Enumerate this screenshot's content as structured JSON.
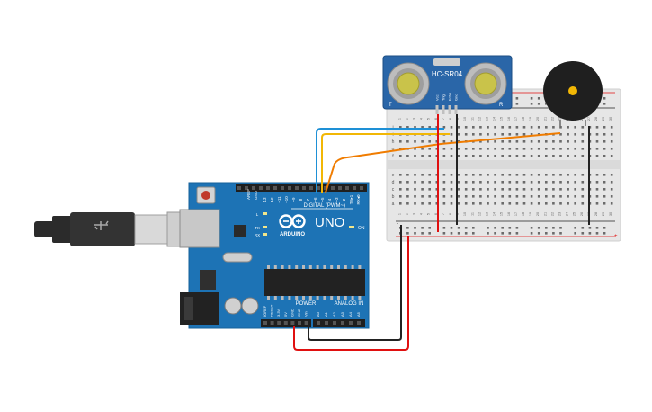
{
  "sensor": {
    "model": "HC-SR04",
    "pins": [
      "Vcc",
      "Trig",
      "Echo",
      "Gnd"
    ],
    "corner_left": "T",
    "corner_right": "R"
  },
  "arduino": {
    "brand": "ARDUINO",
    "model": "UNO",
    "digital_label": "DIGITAL (PWM~)",
    "power_label": "POWER",
    "analog_label": "ANALOG IN",
    "aref": "AREF",
    "gnd": "GND",
    "digital_pins": [
      "13",
      "12",
      "~11",
      "~10",
      "~9",
      "8",
      "7",
      "~6",
      "~5",
      "4",
      "~3",
      "2",
      "TX▸1",
      "RX◂0"
    ],
    "power_pins": [
      "IOREF",
      "RESET",
      "3.3V",
      "5V",
      "GND",
      "GND",
      "Vin"
    ],
    "analog_pins": [
      "A0",
      "A1",
      "A2",
      "A3",
      "A4",
      "A5"
    ],
    "led_labels": [
      "L",
      "TX",
      "RX"
    ],
    "on_label": "ON"
  },
  "breadboard": {
    "row_letters_top": [
      "j",
      "i",
      "h",
      "g",
      "f"
    ],
    "row_letters_bottom": [
      "e",
      "d",
      "c",
      "b",
      "a"
    ],
    "column_numbers": [
      "1",
      "2",
      "3",
      "4",
      "5",
      "6",
      "7",
      "8",
      "9",
      "10",
      "11",
      "12",
      "13",
      "14",
      "15",
      "16",
      "17",
      "18",
      "19",
      "20",
      "21",
      "22",
      "23",
      "24",
      "25",
      "26",
      "27",
      "28",
      "29",
      "30"
    ],
    "rail_plus": "+",
    "rail_minus": "-"
  },
  "colors": {
    "arduino_blue": "#1d73b5",
    "sensor_blue": "#2a66a8",
    "wire_blue": "#1e90d6",
    "wire_yellow": "#f2b705",
    "wire_orange": "#f07c00",
    "wire_red": "#e01010",
    "wire_black": "#222222",
    "breadboard": "#e8e8e8"
  }
}
